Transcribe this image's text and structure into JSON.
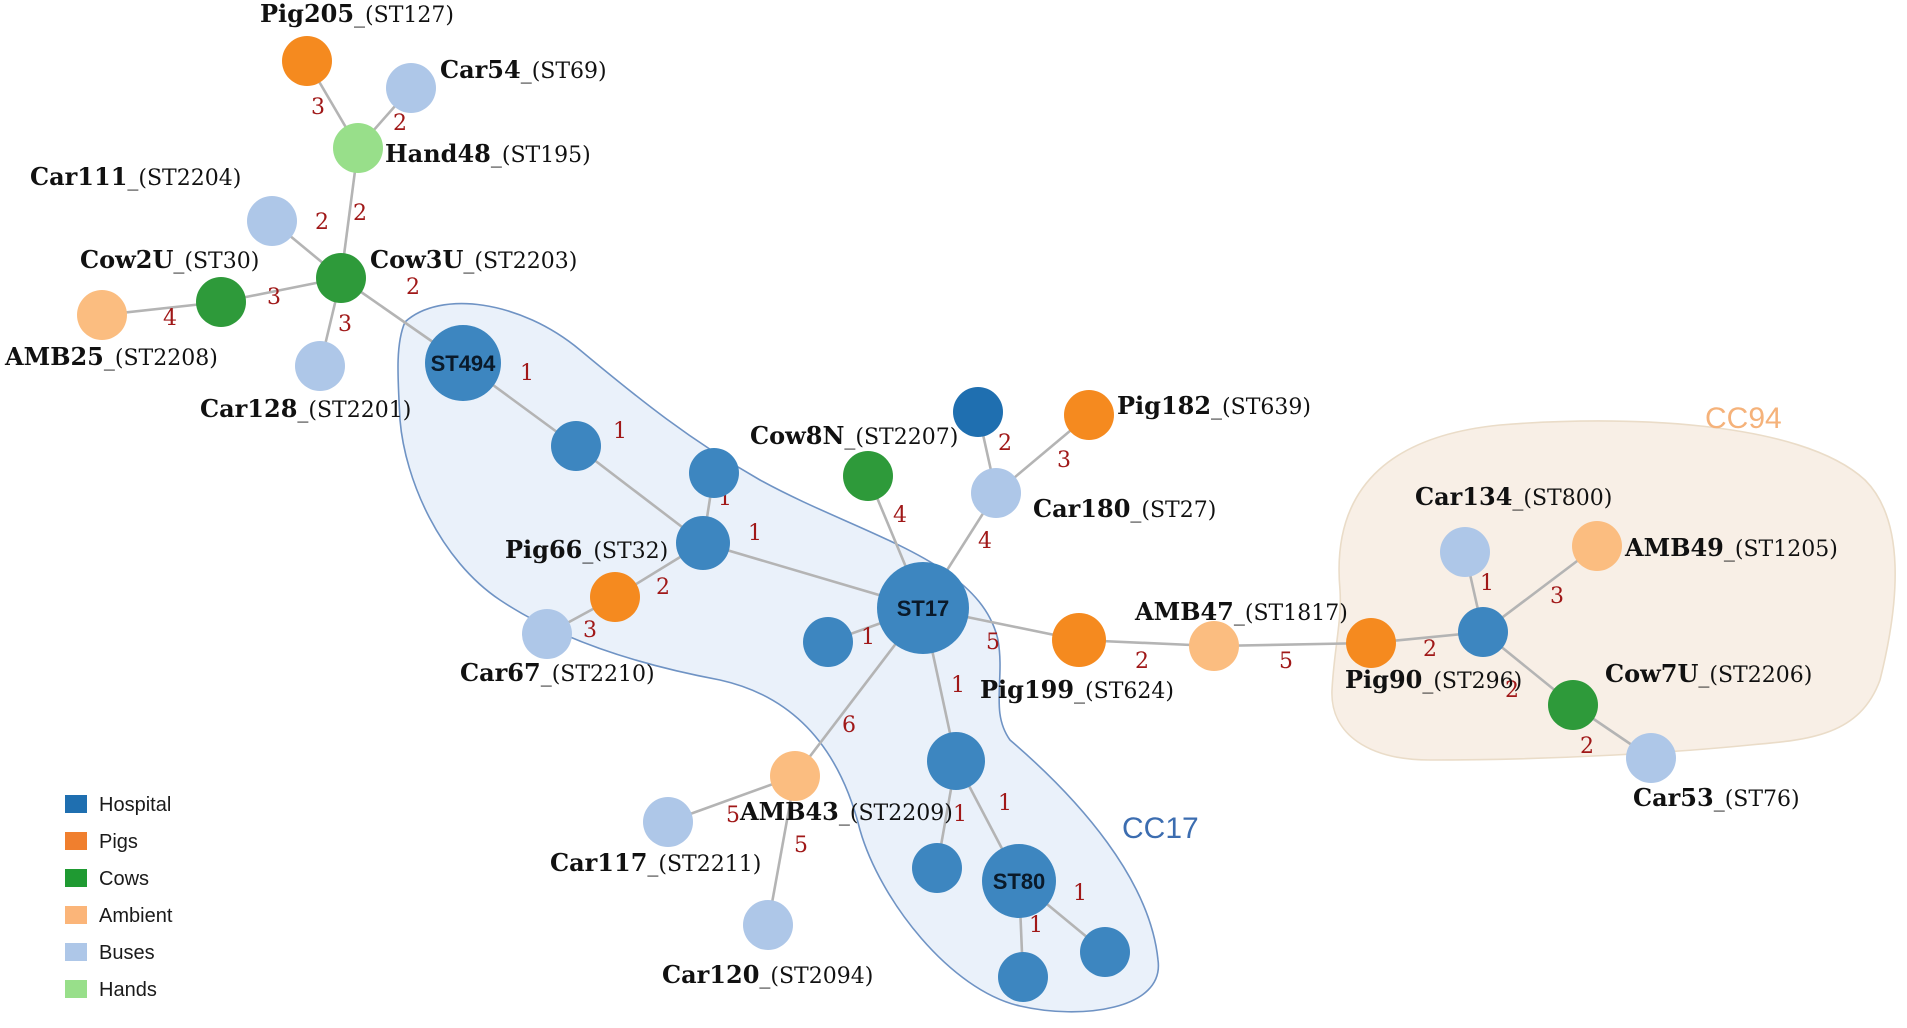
{
  "colors": {
    "hospital": "#3d86c0",
    "hospital_dark": "#1f6fb0",
    "pigs": "#f58a1f",
    "cows": "#2e9a3a",
    "ambient": "#fbbd80",
    "buses": "#aec7e8",
    "hands": "#98df8a",
    "edge": "#b4b4b4",
    "weight": "#a01818"
  },
  "clusters": [
    {
      "id": "cc17",
      "label": "CC17",
      "color": "#3c6db0"
    },
    {
      "id": "cc94",
      "label": "CC94",
      "color": "#f5b27a"
    }
  ],
  "legend": [
    {
      "label": "Hospital",
      "color": "#1f6fb0"
    },
    {
      "label": "Pigs",
      "color": "#f07f2e"
    },
    {
      "label": "Cows",
      "color": "#1f9a32"
    },
    {
      "label": "Ambient",
      "color": "#fbb579"
    },
    {
      "label": "Buses",
      "color": "#aec7e8"
    },
    {
      "label": "Hands",
      "color": "#98df8a"
    }
  ],
  "nodes": [
    {
      "id": "pig205",
      "category": "pigs",
      "name": "Pig205",
      "st": "_(ST127)"
    },
    {
      "id": "car54",
      "category": "buses",
      "name": "Car54",
      "st": "_(ST69)"
    },
    {
      "id": "hand48",
      "category": "hands",
      "name": "Hand48",
      "st": "_(ST195)"
    },
    {
      "id": "car111",
      "category": "buses",
      "name": "Car111",
      "st": "_(ST2204)"
    },
    {
      "id": "cow3u",
      "category": "cows",
      "name": "Cow3U",
      "st": "_(ST2203)"
    },
    {
      "id": "cow2u",
      "category": "cows",
      "name": "Cow2U",
      "st": "_(ST30)"
    },
    {
      "id": "amb25",
      "category": "ambient",
      "name": "AMB25",
      "st": "_(ST2208)"
    },
    {
      "id": "car128",
      "category": "buses",
      "name": "Car128",
      "st": "_(ST2201)"
    },
    {
      "id": "st494",
      "category": "hospital",
      "inner": "ST494"
    },
    {
      "id": "h1",
      "category": "hospital"
    },
    {
      "id": "h2",
      "category": "hospital"
    },
    {
      "id": "h3",
      "category": "hospital"
    },
    {
      "id": "pig66",
      "category": "pigs",
      "name": "Pig66",
      "st": "_(ST32)"
    },
    {
      "id": "car67",
      "category": "buses",
      "name": "Car67",
      "st": "_(ST2210)"
    },
    {
      "id": "h4",
      "category": "hospital"
    },
    {
      "id": "st17",
      "category": "hospital",
      "inner": "ST17"
    },
    {
      "id": "cow8n",
      "category": "cows",
      "name": "Cow8N",
      "st": "_(ST2207)"
    },
    {
      "id": "h5",
      "category": "hospital_dark"
    },
    {
      "id": "pig182",
      "category": "pigs",
      "name": "Pig182",
      "st": "_(ST639)"
    },
    {
      "id": "car180",
      "category": "buses",
      "name": "Car180",
      "st": "_(ST27)"
    },
    {
      "id": "pig199",
      "category": "pigs",
      "name": "Pig199",
      "st": "_(ST624)"
    },
    {
      "id": "amb47",
      "category": "ambient",
      "name": "AMB47",
      "st": "_(ST1817)"
    },
    {
      "id": "pig90",
      "category": "pigs",
      "name": "Pig90",
      "st": "_(ST296)"
    },
    {
      "id": "h6",
      "category": "hospital"
    },
    {
      "id": "car134",
      "category": "buses",
      "name": "Car134",
      "st": "_(ST800)"
    },
    {
      "id": "amb49",
      "category": "ambient",
      "name": "AMB49",
      "st": "_(ST1205)"
    },
    {
      "id": "cow7u",
      "category": "cows",
      "name": "Cow7U",
      "st": "_(ST2206)"
    },
    {
      "id": "car53",
      "category": "buses",
      "name": "Car53",
      "st": "_(ST76)"
    },
    {
      "id": "amb43",
      "category": "ambient",
      "name": "AMB43",
      "st": "_(ST2209)"
    },
    {
      "id": "car117",
      "category": "buses",
      "name": "Car117",
      "st": "_(ST2211)"
    },
    {
      "id": "car120",
      "category": "buses",
      "name": "Car120",
      "st": "_(ST2094)"
    },
    {
      "id": "h7",
      "category": "hospital"
    },
    {
      "id": "h8",
      "category": "hospital"
    },
    {
      "id": "st80",
      "category": "hospital",
      "inner": "ST80"
    },
    {
      "id": "h9",
      "category": "hospital"
    },
    {
      "id": "h10",
      "category": "hospital"
    }
  ],
  "edges": [
    {
      "from": "pig205",
      "to": "hand48",
      "weight": "3"
    },
    {
      "from": "car54",
      "to": "hand48",
      "weight": "2"
    },
    {
      "from": "hand48",
      "to": "cow3u",
      "weight": "2"
    },
    {
      "from": "car111",
      "to": "cow3u",
      "weight": "2"
    },
    {
      "from": "cow3u",
      "to": "cow2u",
      "weight": "3"
    },
    {
      "from": "cow2u",
      "to": "amb25",
      "weight": "4"
    },
    {
      "from": "cow3u",
      "to": "car128",
      "weight": "3"
    },
    {
      "from": "cow3u",
      "to": "st494",
      "weight": "2"
    },
    {
      "from": "st494",
      "to": "h1",
      "weight": "1"
    },
    {
      "from": "h1",
      "to": "h3",
      "weight": "1"
    },
    {
      "from": "h2",
      "to": "h3",
      "weight": "1"
    },
    {
      "from": "h3",
      "to": "st17",
      "weight": "1"
    },
    {
      "from": "h3",
      "to": "pig66",
      "weight": "2"
    },
    {
      "from": "pig66",
      "to": "car67",
      "weight": "3"
    },
    {
      "from": "h4",
      "to": "st17",
      "weight": "1"
    },
    {
      "from": "cow8n",
      "to": "st17",
      "weight": "4"
    },
    {
      "from": "h5",
      "to": "car180",
      "weight": "2"
    },
    {
      "from": "pig182",
      "to": "car180",
      "weight": "3"
    },
    {
      "from": "car180",
      "to": "st17",
      "weight": "4"
    },
    {
      "from": "st17",
      "to": "pig199",
      "weight": "5"
    },
    {
      "from": "pig199",
      "to": "amb47",
      "weight": "2"
    },
    {
      "from": "amb47",
      "to": "pig90",
      "weight": "5"
    },
    {
      "from": "pig90",
      "to": "h6",
      "weight": "2"
    },
    {
      "from": "h6",
      "to": "car134",
      "weight": "1"
    },
    {
      "from": "h6",
      "to": "amb49",
      "weight": "3"
    },
    {
      "from": "h6",
      "to": "cow7u",
      "weight": "2"
    },
    {
      "from": "cow7u",
      "to": "car53",
      "weight": "2"
    },
    {
      "from": "st17",
      "to": "amb43",
      "weight": "6"
    },
    {
      "from": "amb43",
      "to": "car117",
      "weight": "5"
    },
    {
      "from": "amb43",
      "to": "car120",
      "weight": "5"
    },
    {
      "from": "st17",
      "to": "h7",
      "weight": "1"
    },
    {
      "from": "h7",
      "to": "h8",
      "weight": "1"
    },
    {
      "from": "h7",
      "to": "st80",
      "weight": "1"
    },
    {
      "from": "st80",
      "to": "h9",
      "weight": "1"
    },
    {
      "from": "st80",
      "to": "h10",
      "weight": "1"
    }
  ]
}
